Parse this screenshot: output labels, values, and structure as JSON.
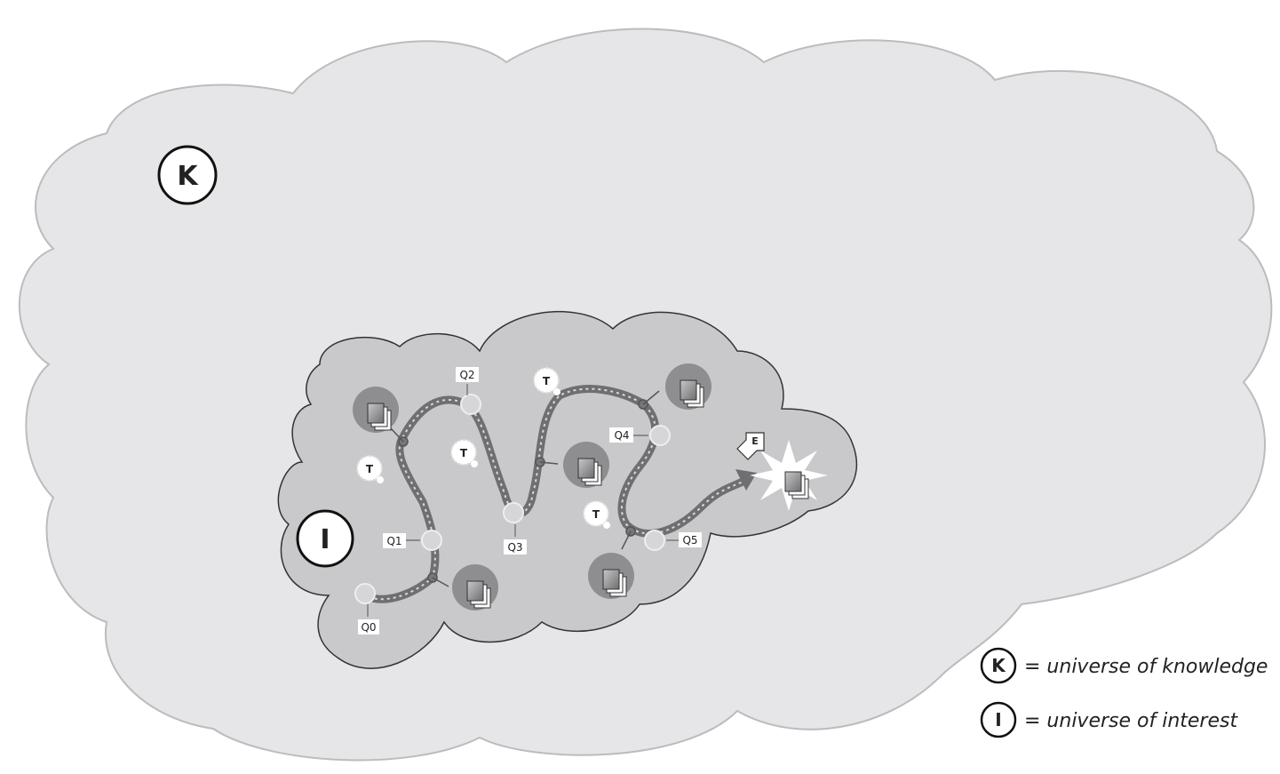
{
  "universe_knowledge": {
    "symbol": "K"
  },
  "universe_interest": {
    "symbol": "I"
  },
  "queries": [
    "Q0",
    "Q1",
    "Q2",
    "Q3",
    "Q4",
    "Q5"
  ],
  "thought_label": "T",
  "end_label": "E",
  "legend": [
    {
      "symbol": "K",
      "text": "= universe of knowledge"
    },
    {
      "symbol": "I",
      "text": "= universe of interest"
    }
  ],
  "colors": {
    "outer_cloud": "#e6e6e8",
    "inner_cloud": "#c9c9cb",
    "path": "#7a7a7c",
    "doc_bg": "#8a8a8c"
  }
}
